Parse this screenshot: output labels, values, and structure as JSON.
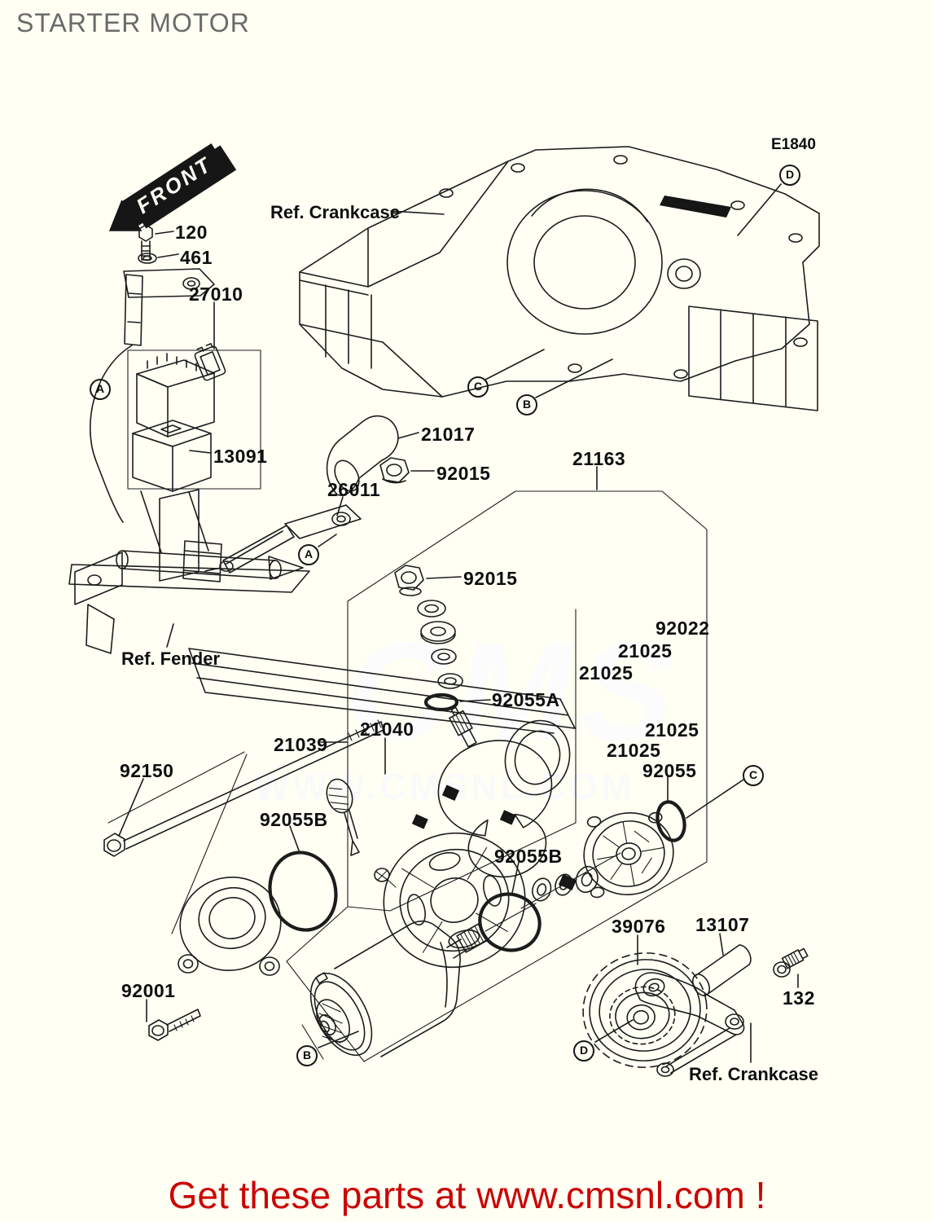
{
  "page": {
    "title": "STARTER MOTOR"
  },
  "footer": {
    "text": "Get these parts at www.cmsnl.com !",
    "color": "#cb0404"
  },
  "watermark": {
    "logo_text": "CMS",
    "url_text": "WWW.CMSNL.COM"
  },
  "diagram": {
    "drawing_code": "E1840",
    "front_arrow_label": "FRONT",
    "part_labels": [
      {
        "id": "120",
        "text": "120"
      },
      {
        "id": "461",
        "text": "461"
      },
      {
        "id": "27010",
        "text": "27010"
      },
      {
        "id": "13091",
        "text": "13091"
      },
      {
        "id": "21017",
        "text": "21017"
      },
      {
        "id": "92015-1",
        "text": "92015"
      },
      {
        "id": "26011",
        "text": "26011"
      },
      {
        "id": "21163",
        "text": "21163"
      },
      {
        "id": "92015-2",
        "text": "92015"
      },
      {
        "id": "92022",
        "text": "92022"
      },
      {
        "id": "21025-1",
        "text": "21025"
      },
      {
        "id": "21025-2",
        "text": "21025"
      },
      {
        "id": "21025-3",
        "text": "21025"
      },
      {
        "id": "21025-4",
        "text": "21025"
      },
      {
        "id": "92055",
        "text": "92055"
      },
      {
        "id": "92055A",
        "text": "92055A"
      },
      {
        "id": "21040",
        "text": "21040"
      },
      {
        "id": "21039",
        "text": "21039"
      },
      {
        "id": "92055B-1",
        "text": "92055B"
      },
      {
        "id": "92055B-2",
        "text": "92055B"
      },
      {
        "id": "92150",
        "text": "92150"
      },
      {
        "id": "92001",
        "text": "92001"
      },
      {
        "id": "39076",
        "text": "39076"
      },
      {
        "id": "13107",
        "text": "13107"
      },
      {
        "id": "132",
        "text": "132"
      }
    ],
    "ref_labels": [
      {
        "id": "ref-crankcase-top",
        "text": "Ref. Crankcase"
      },
      {
        "id": "ref-fender",
        "text": "Ref. Fender"
      },
      {
        "id": "ref-crankcase-bottom",
        "text": "Ref. Crankcase"
      }
    ],
    "view_markers": [
      {
        "letter": "A"
      },
      {
        "letter": "A"
      },
      {
        "letter": "B"
      },
      {
        "letter": "B"
      },
      {
        "letter": "C"
      },
      {
        "letter": "C"
      },
      {
        "letter": "D"
      },
      {
        "letter": "D"
      }
    ]
  }
}
